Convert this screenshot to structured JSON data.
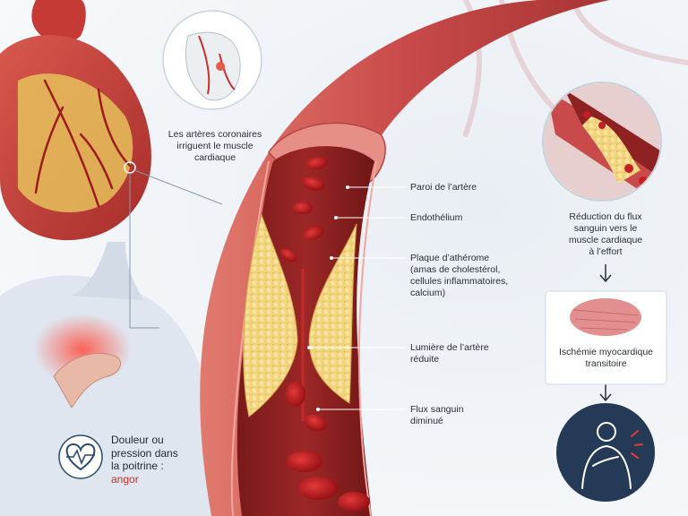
{
  "coronary_caption": "Les artères coronaires\nirriguent le muscle\ncardiaque",
  "labels": {
    "wall": "Paroi de l’artère",
    "endothelium": "Endothélium",
    "plaque": "Plaque d’athérome\n(amas de cholestérol,\ncellules inflammatoires,\ncalcium)",
    "lumen": "Lumière de l’artère\nréduite",
    "flow": "Flux sanguin\ndiminué"
  },
  "flow_chain": {
    "reduction": "Réduction du flux\nsanguin vers le\nmuscle cardiaque\nà l’effort",
    "ischemia": "Ischémie myocardique\ntransitoire"
  },
  "pain": {
    "text": "Douleur ou\npression dans\nla poitrine :",
    "accent": "angor"
  },
  "colors": {
    "artery": "#c94a4a",
    "artery_dark": "#8e2121",
    "plaque": "#f0d27a",
    "blood_cell": "#c41f24",
    "accent": "#c0302b",
    "navy": "#243a56"
  }
}
